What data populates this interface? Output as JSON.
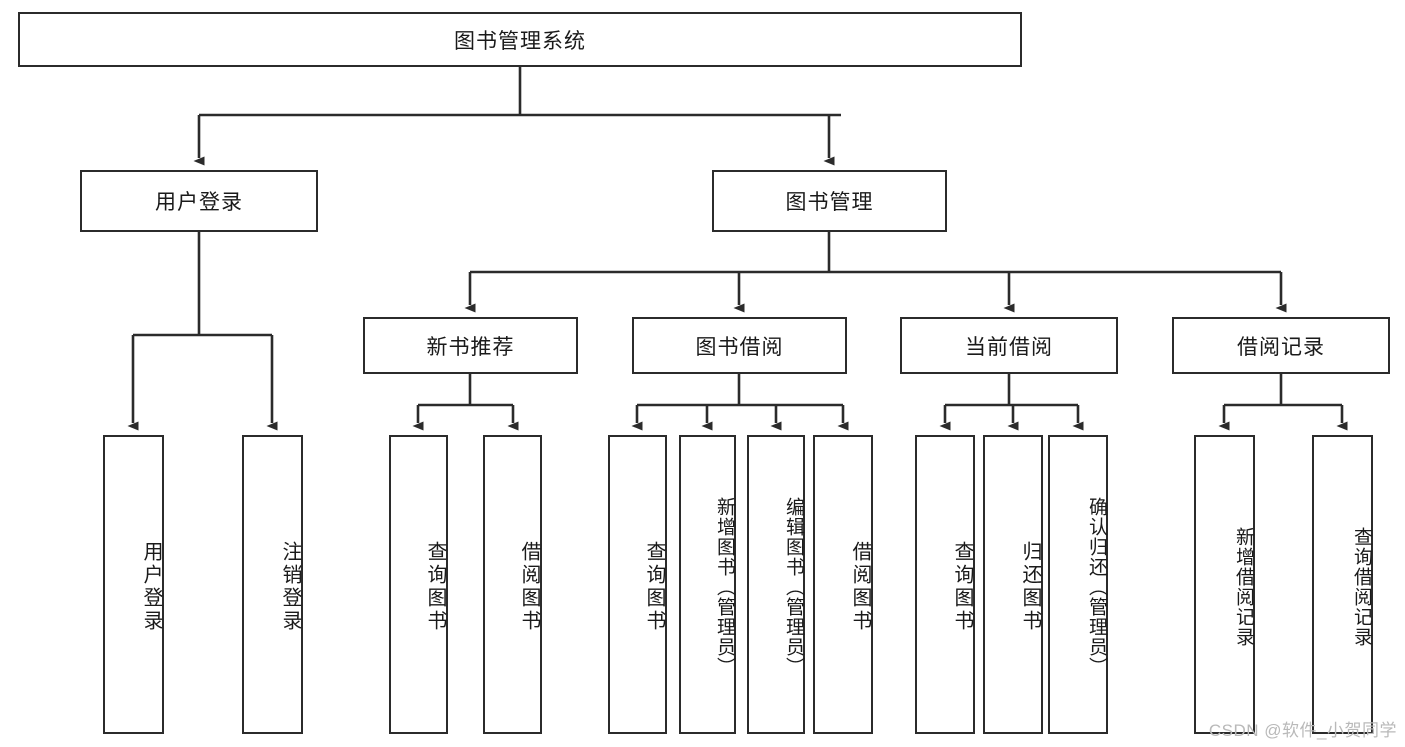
{
  "diagram": {
    "title": "图书管理系统",
    "type": "tree-hierarchy-chart",
    "nodes": {
      "root": {
        "label": "图书管理系统"
      },
      "level2": [
        {
          "label": "用户登录"
        },
        {
          "label": "图书管理"
        }
      ],
      "level3": [
        {
          "label": "新书推荐"
        },
        {
          "label": "图书借阅"
        },
        {
          "label": "当前借阅"
        },
        {
          "label": "借阅记录"
        }
      ],
      "leaves_user_login": [
        {
          "label": "用户登录"
        },
        {
          "label": "注销登录"
        }
      ],
      "leaves_new_book": [
        {
          "label": "查询图书"
        },
        {
          "label": "借阅图书"
        }
      ],
      "leaves_book_borrow": [
        {
          "label": "查询图书"
        },
        {
          "label": "新增图书（管理员）"
        },
        {
          "label": "编辑图书（管理员）"
        },
        {
          "label": "借阅图书"
        }
      ],
      "leaves_current_borrow": [
        {
          "label": "查询图书"
        },
        {
          "label": "归还图书"
        },
        {
          "label": "确认归还（管理员）"
        }
      ],
      "leaves_borrow_record": [
        {
          "label": "新增借阅记录"
        },
        {
          "label": "查询借阅记录"
        }
      ]
    },
    "colors": {
      "stroke": "#2b2b2b",
      "fill": "#ffffff",
      "text": "#1a1a1a",
      "watermark": "#b9b9b9"
    }
  },
  "watermark": {
    "text": "CSDN @软件_小贺同学"
  }
}
